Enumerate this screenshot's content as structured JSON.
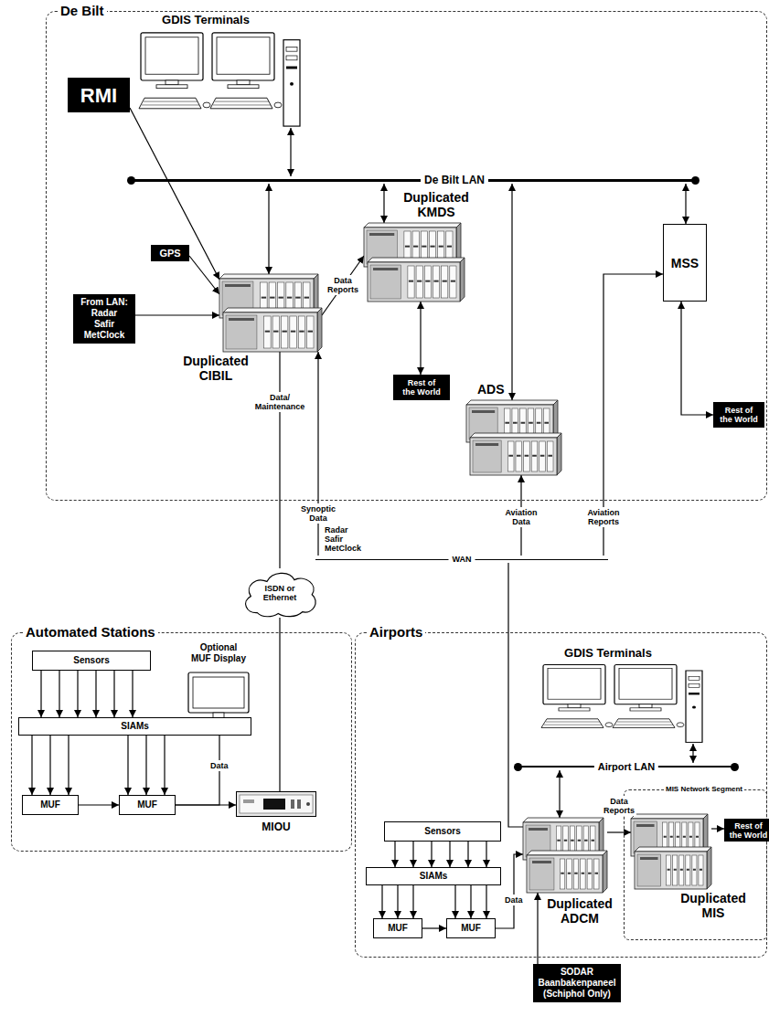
{
  "diagram": {
    "nodes": [
      {
        "text": [
          "De Bilt"
        ]
      },
      {
        "text": [
          "GDIS Terminals"
        ],
        "in": 0
      },
      {
        "text": [
          "De Bilt LAN"
        ],
        "in": 0
      },
      {
        "text": [
          "RMI"
        ],
        "in": 0
      },
      {
        "text": [
          "GPS"
        ],
        "in": 0
      },
      {
        "text": [
          "From LAN: Radar Safir MetClock"
        ],
        "in": 0
      },
      {
        "text": [
          "Duplicated KMDS"
        ],
        "in": 0
      },
      {
        "text": [
          "MSS"
        ],
        "in": 0
      },
      {
        "text": [
          "Duplicated CIBIL"
        ],
        "in": 0
      },
      {
        "text": [
          "Rest of the World"
        ],
        "in": 0
      },
      {
        "text": [
          "ADS"
        ],
        "in": 0
      },
      {
        "text": [
          "Rest of the World"
        ],
        "in": 0
      },
      {
        "text": [
          "WAN"
        ]
      },
      {
        "text": [
          "ISDN or Ethernet"
        ]
      },
      {
        "text": [
          "Automated Stations"
        ]
      },
      {
        "text": [
          "Sensors"
        ],
        "in": 14
      },
      {
        "text": [
          "Optional MUF Display"
        ],
        "in": 14
      },
      {
        "text": [
          "SIAMs"
        ],
        "in": 14
      },
      {
        "text": [
          "MUF"
        ],
        "in": 14
      },
      {
        "text": [
          "MUF"
        ],
        "in": 14
      },
      {
        "text": [
          "MIOU"
        ],
        "in": 14
      },
      {
        "text": [
          "Airports"
        ]
      },
      {
        "text": [
          "GDIS Terminals"
        ],
        "in": 21
      },
      {
        "text": [
          "Airport LAN"
        ],
        "in": 21
      },
      {
        "text": [
          "MIS Network Segment"
        ],
        "in": 21
      },
      {
        "text": [
          "Rest of the World"
        ],
        "in": 24
      },
      {
        "text": [
          "Duplicated MIS"
        ],
        "in": 24
      },
      {
        "text": [
          "Sensors"
        ],
        "in": 21
      },
      {
        "text": [
          "SIAMs"
        ],
        "in": 21
      },
      {
        "text": [
          "Duplicated ADCM"
        ],
        "in": 21
      },
      {
        "text": [
          "MUF"
        ],
        "in": 21
      },
      {
        "text": [
          "MUF"
        ],
        "in": 21
      },
      {
        "text": [
          "SODAR Baanbakenpaneel (Schiphol Only)"
        ]
      }
    ],
    "edges": [
      {
        "from": 1,
        "to": 2,
        "arrow": "both"
      },
      {
        "from": 8,
        "to": 2,
        "arrow": "both"
      },
      {
        "from": 6,
        "to": 2,
        "arrow": "both"
      },
      {
        "from": 10,
        "to": 2,
        "arrow": "both"
      },
      {
        "from": 7,
        "to": 2,
        "arrow": "both"
      },
      {
        "from": 3,
        "to": 8,
        "arrow": "to"
      },
      {
        "from": 4,
        "to": 8,
        "arrow": "to"
      },
      {
        "from": 5,
        "to": 8,
        "arrow": "to"
      },
      {
        "from": 8,
        "to": 6,
        "label": "Data Reports",
        "arrow": "to"
      },
      {
        "from": 6,
        "to": 9,
        "arrow": "both"
      },
      {
        "from": 7,
        "to": 11,
        "arrow": "both"
      },
      {
        "from": 13,
        "to": 8,
        "label": "Data/ Maintenance",
        "arrow": "none"
      },
      {
        "from": 12,
        "to": 8,
        "label": "Synoptic Data",
        "arrow": "to"
      },
      {
        "from": 12,
        "to": 10,
        "label": "Aviation Data",
        "arrow": "to"
      },
      {
        "from": 12,
        "to": 7,
        "label": "Aviation Reports",
        "arrow": "to"
      },
      {
        "from": 12,
        "to": 29,
        "arrow": "none"
      },
      {
        "from": 13,
        "to": 20,
        "arrow": "none"
      },
      {
        "from": 15,
        "to": 17,
        "arrow": "to"
      },
      {
        "from": 17,
        "to": 18,
        "arrow": "to"
      },
      {
        "from": 17,
        "to": 19,
        "arrow": "to"
      },
      {
        "from": 18,
        "to": 19,
        "arrow": "to"
      },
      {
        "from": 19,
        "to": 20,
        "arrow": "to"
      },
      {
        "from": 19,
        "to": 16,
        "label": "Data",
        "arrow": "to"
      },
      {
        "from": 22,
        "to": 23,
        "arrow": "both"
      },
      {
        "from": 29,
        "to": 23,
        "arrow": "both"
      },
      {
        "from": 29,
        "to": 26,
        "label": "Data Reports",
        "arrow": "to"
      },
      {
        "from": 26,
        "to": 25,
        "arrow": "to"
      },
      {
        "from": 27,
        "to": 28,
        "arrow": "to"
      },
      {
        "from": 28,
        "to": 30,
        "arrow": "to"
      },
      {
        "from": 28,
        "to": 31,
        "arrow": "to"
      },
      {
        "from": 30,
        "to": 31,
        "arrow": "to"
      },
      {
        "from": 31,
        "to": 29,
        "label": "Data",
        "arrow": "to"
      },
      {
        "from": 32,
        "to": 29,
        "arrow": "to"
      }
    ],
    "labels": [
      "Radar Safir MetClock"
    ]
  }
}
